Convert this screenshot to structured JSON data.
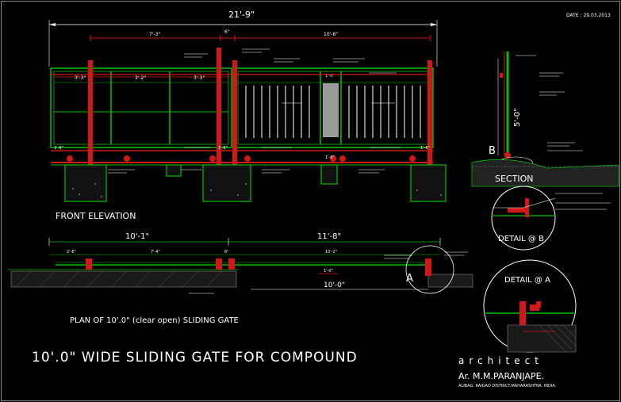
{
  "header": {
    "date_label": "DATE : 29.03.2013"
  },
  "front_elevation": {
    "title": "FRONT ELEVATION",
    "overall_dim": "21'-9\"",
    "left_dim": "7'-3\"",
    "mid_dim": "6\"",
    "right_dim": "10'-6\"",
    "panel_dims": [
      "3'-3\"",
      "3'-2\"",
      "3'-3\""
    ],
    "gap_dim": "1'-0\"",
    "edge_dims": [
      "1'-6\"",
      "1'-6\"",
      "1'-6\""
    ],
    "bottom_dim": "1'-0\""
  },
  "section": {
    "title": "SECTION",
    "height_dim": "5'-0\"",
    "marker": "B"
  },
  "detail_b": {
    "title": "DETAIL @ B"
  },
  "detail_a": {
    "title": "DETAIL @ A"
  },
  "plan": {
    "title": "PLAN OF 10'.0\" (clear open) SLIDING GATE",
    "left_dim": "10'-1\"",
    "right_dim": "11'-8\"",
    "sub_left": [
      "2'-6\"",
      "7'-4\""
    ],
    "sub_mid": "6\"",
    "sub_right": "10'-2\"",
    "small_dim": "1'-0\"",
    "clear_dim": "10'-0\"",
    "marker": "A"
  },
  "drawing_title": "10'.0\" WIDE SLIDING GATE FOR COMPOUND",
  "architect": {
    "label": "architect",
    "name": "Ar. M.M.PARANJAPE.",
    "address": "ALIBAG. RAIGAD DISTRICT.MAHARASHTRA. INDIA."
  },
  "colors": {
    "background": "#000000",
    "frame": "#00c000",
    "post": "#d01818",
    "dim": "#ffffff",
    "grey": "#9a9a9a"
  }
}
